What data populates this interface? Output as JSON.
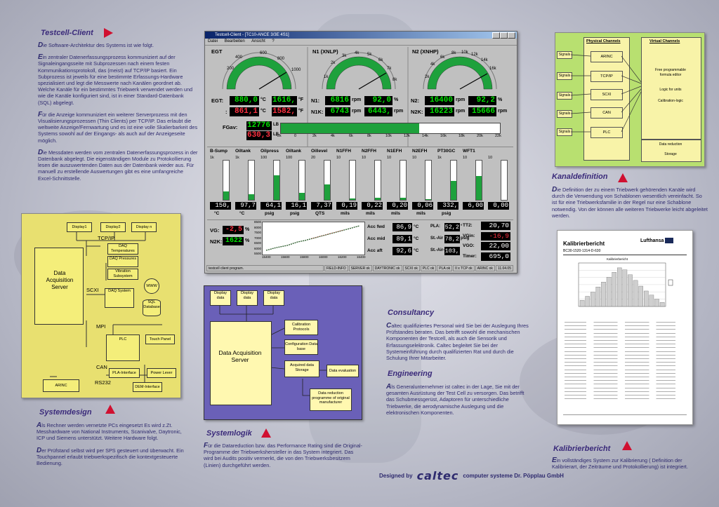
{
  "colors": {
    "accent": "#d01030",
    "text": "#2e2a6e",
    "title": "#3a2a7a",
    "panel_yellow": "#e8e070",
    "panel_purple": "#6a60b8",
    "panel_green": "#b8e070",
    "gauge_green": "#1ea13c",
    "lcd_bg": "#000000"
  },
  "testcell": {
    "title": "Testcell-Client",
    "p1": "Die Software-Architektur des Systems ist wie folgt.",
    "p2": "Ein zentraler Datenerfassungsprozess kommuniziert auf der Signaleingangsseite mit Subprozessen nach einem festen Kommunikationsprotokoll, das (meist) auf TCP/IP basiert. Ein Subprozess ist jeweils für eine bestimmte Erfassungs-Hardware spezialisiert und legt die Messwerte nach Kanälen geordnet ab. Welche Kanäle für ein bestimmtes Triebwerk verwendet werden und wie die Kanäle konfiguriert sind, ist in einer Standard-Datenbank (SQL) abgelegt.",
    "p3": "Für die Anzeige kommuniziert ein weiterer Serverprozess mit den Visualisierungsprozessen (Thin Clients) per TCP/IP. Das erlaubt die weltweite Anzeige/Fernwartung und es ist eine volle Skalierbarkeit des Systems sowohl auf der Eingangs- als auch auf der Anzeigeseite möglich.",
    "p4": "Die Messdaten werden vom zentralen Datenerfassungsprozess in der Datenbank abgelegt. Die eigenständigen Module zu Protokollierung lesen die auszuwertenden Daten aus der Datenbank wieder aus. Für manuell zu erstellende Auswertungen gibt es eine umfangreiche Excel-Schnittstelle."
  },
  "app": {
    "title": "Testcell-Client - [TC10-ANCE 3/3E 4S1]",
    "menu": [
      "Datei",
      "Bearbeiten",
      "Ansicht",
      "?"
    ],
    "egt": {
      "label": "EGT",
      "ticks": [
        "200",
        "400",
        "600",
        "800",
        "1000"
      ],
      "v1": "880,0",
      "u1": "°C",
      "v2": "1616,",
      "u2": "°F",
      "v3": "861,1",
      "u3": "°C",
      "v4": "1582,",
      "u4": "°F",
      "row1": "EGT:",
      "row2": ":"
    },
    "n1": {
      "label": "N1 (XNLP)",
      "ticks": [
        "1k",
        "2k",
        "3k",
        "4k",
        "5k",
        "6k",
        "7k",
        "8k"
      ],
      "r1": "N1:",
      "v1": "6816",
      "u1": "rpm",
      "v2": "92,0",
      "u2": "%",
      "r2": "N1K:",
      "v3": "6743",
      "u3": "rpm",
      "v4": "6443,",
      "u4": "rpm"
    },
    "n2": {
      "label": "N2 (XNHP)",
      "ticks": [
        "2k",
        "4k",
        "6k",
        "8k",
        "10k",
        "12k",
        "14k",
        "16k"
      ],
      "r1": "N2:",
      "v1": "16400",
      "u1": "rpm",
      "v2": "92,2",
      "u2": "%",
      "r2": "N2K:",
      "v3": "16223",
      "u3": "rpm",
      "v4": "15666",
      "u4": "rpm"
    },
    "fgav": {
      "label": "FGav:",
      "v1": "12776",
      "u1": "LB",
      "v2": "630,3",
      "u2": "LB",
      "ticks": [
        "-2k",
        "0",
        "2k",
        "4k",
        "6k",
        "8k",
        "10k",
        "12k",
        "14k",
        "16k",
        "18k",
        "20k",
        "22k"
      ],
      "level": 0.63
    },
    "bars": [
      {
        "name": "B-Sump",
        "top": "1k",
        "value": "150,",
        "unit": "°C",
        "level": 0.22
      },
      {
        "name": "Oiltank",
        "top": "1k",
        "value": "97,7",
        "unit": "°C",
        "level": 0.15
      },
      {
        "name": "Oilpress",
        "top": "100",
        "value": "64,1",
        "unit": "psig",
        "level": 0.62
      },
      {
        "name": "Oiltank",
        "top": "100",
        "value": "16,1",
        "unit": "psig",
        "level": 0.18
      },
      {
        "name": "Oillevel",
        "top": "20",
        "value": "7,37",
        "unit": "QTS",
        "level": 0.4
      },
      {
        "name": "N1FFH",
        "top": "10",
        "value": "0,19",
        "unit": "mils",
        "level": 0.04
      },
      {
        "name": "N2FFH",
        "top": "10",
        "value": "0,22",
        "unit": "mils",
        "level": 0.05
      },
      {
        "name": "N1EFH",
        "top": "10",
        "value": "0,20",
        "unit": "mils",
        "level": 0.05
      },
      {
        "name": "N2EFH",
        "top": "10",
        "value": "0,06",
        "unit": "mils",
        "level": 0.02
      },
      {
        "name": "PT30GC",
        "top": "1k",
        "value": "332,",
        "unit": "psig",
        "level": 0.48
      },
      {
        "name": "WFT1",
        "top": "10",
        "value": "6,00",
        "unit": "",
        "level": 0.6
      },
      {
        "name": "",
        "top": "10",
        "value": "0,00",
        "unit": "",
        "level": 0.0
      }
    ],
    "vg": {
      "l1": "VG:",
      "v1": "-2,5",
      "u1": "%",
      "l2": "N2K:",
      "v2": "1622",
      "u2": "%"
    },
    "plot": {
      "yticks": [
        "8500",
        "8000",
        "7500",
        "7000",
        "6500",
        "6000",
        "5500"
      ],
      "xticks": [
        "15400",
        "15600",
        "15800",
        "16000",
        "16200",
        "16400"
      ]
    },
    "acc": [
      {
        "label": "Acc fwd",
        "value": "86,9",
        "unit": "°C"
      },
      {
        "label": "Acc mid",
        "value": "89,1",
        "unit": "°C"
      },
      {
        "label": "Acc aft",
        "value": "92,6",
        "unit": "°C"
      }
    ],
    "pla": [
      {
        "label": "PLA:",
        "value": "52,2",
        "unit": "°"
      },
      {
        "label": "St.-Air",
        "value": "78,2",
        "unit": "psig"
      },
      {
        "label": "St.-Air-Su..",
        "value": "103,",
        "unit": ""
      }
    ],
    "right": [
      {
        "label": "TT2:",
        "value": "20,70"
      },
      {
        "label": "VGin:",
        "value": "-16,9"
      },
      {
        "label": "VGO:",
        "value": "22,00"
      },
      {
        "label": "Timer:",
        "value": "695,0"
      }
    ],
    "status": [
      "testcell client program.",
      "FIELD-INFO",
      "SERVER ok",
      "DAYTRONIC ok",
      "SCXI ok",
      "PLC ok",
      "PLA ok",
      "II x TCP ok",
      "ARINC ok",
      "11.04.05"
    ]
  },
  "kanal": {
    "diagram": {
      "physical": "Physical Channels",
      "virtual": "Virtual Channels",
      "signals": "Signals",
      "items": [
        "ARINC",
        "TCP/IP",
        "SCXI",
        "CAN",
        "PLC"
      ],
      "v1": "Free programmable formula editor",
      "v2": "Logic for units",
      "v3": "Calibration-logic",
      "bottom1": "Data reduction",
      "bottom2": "Storage"
    },
    "title": "Kanaldefinition",
    "text": "Die Definition der zu einem Triebwerk gehörenden Kanäle wird durch die Verwendung von Schablonen wesentlich vereinfacht. So ist für eine Triebwerksfamilie in der Regel nur eine Schablone notwendig. Von der können alle weiteren Triebwerke leicht abgeleitet werden."
  },
  "sysdesign": {
    "diagram": {
      "display1": "Display1",
      "display2": "Display2",
      "displayn": "Display n",
      "tcpip": "TCP/IP",
      "das": "Data Acquisition Server",
      "daq_temp": "DAQ Temperatures",
      "daq_press": "DAQ Pressures",
      "vib": "Vibration Subsystem",
      "daq_sys": "DAQ System",
      "scxi": "SCXI",
      "www": "WWW",
      "sql": "SQL Database",
      "mpi": "MPI",
      "plc": "PLC",
      "touch": "Touch Panel",
      "can": "CAN",
      "pla": "PLA-Interface",
      "power": "Power Lever",
      "rs232": "RS232",
      "arinc": "ARINC",
      "dem": "DEM-Interface"
    },
    "title": "Systemdesign",
    "p1": "Als Rechner werden vernetzte PCs eingesetzt Es wird z.Zt. Messhardware von National Instruments, Scanivalve, Daytronic, ICP und Siemens unterstützt. Weitere Hardware folgt.",
    "p2": "Der Prüfstand selbst wird per SPS gesteuert und überwacht. Ein Touchpannel erlaubt triebwerkspezifisch die kontextgesteuerte Bedienung."
  },
  "syslogik": {
    "diagram": {
      "d1": "Display data",
      "d2": "Display data",
      "d3": "Display data",
      "das": "Data Acquisition Server",
      "cal": "Calibration Protocols",
      "cfg": "Configuration Data base",
      "acq": "Acquired data Storage",
      "eval": "Data evaluation",
      "red": "Data reduction programme of original manufacturer"
    },
    "title": "Systemlogik",
    "text": "Für die Datareduction bzw. das Performance Rating sind die Original-Programme der Triebwerkshersteller in das System integriert. Das wird bei Audits positiv vermerkt, die von den Triebwerksbesitzern (Linien) durchgeführt werden."
  },
  "consultancy": {
    "title": "Consultancy",
    "text": "Caltec qualifiziertes Personal wird Sie bei der Auslegung Ihres Prüfstandes beraten. Das betrifft sowohl die mechanischen Komponenten der Testcell, als auch die Sensorik und Erfassungselektronik. Caltec begleitet Sie bei der Systemeinführung durch qualifizierten Rat und durch die Schulung Ihrer Mitarbeiter."
  },
  "engineering": {
    "title": "Engineering",
    "text": "Als Generalunternehmer ist caltec in der Lage, Sie mit der gesamten Ausrüstung der Test Cell zu versorgen. Das betrifft das Schubmessgerüst, Adaptoren für unterschiedliche Triebwerke, die aerodynamische Auslegung und die elektronischen Komponenten."
  },
  "kalib": {
    "doc_title": "Kalibrierbericht",
    "doc_brand": "Lufthansa",
    "doc_sub": "BC30-1520-1314-D-630",
    "chart_title": "Kalibrierbericht",
    "title": "Kalibrierbericht",
    "text": "Ein vollständiges System zur Kalibrierung ( Definition der Kalibrierart, der Zeiträume und Protokollierung) ist integriert."
  },
  "footer": {
    "designed": "Designed by",
    "brand": "caltec",
    "rest": "computer systeme Dr. Pöpplau GmbH"
  }
}
